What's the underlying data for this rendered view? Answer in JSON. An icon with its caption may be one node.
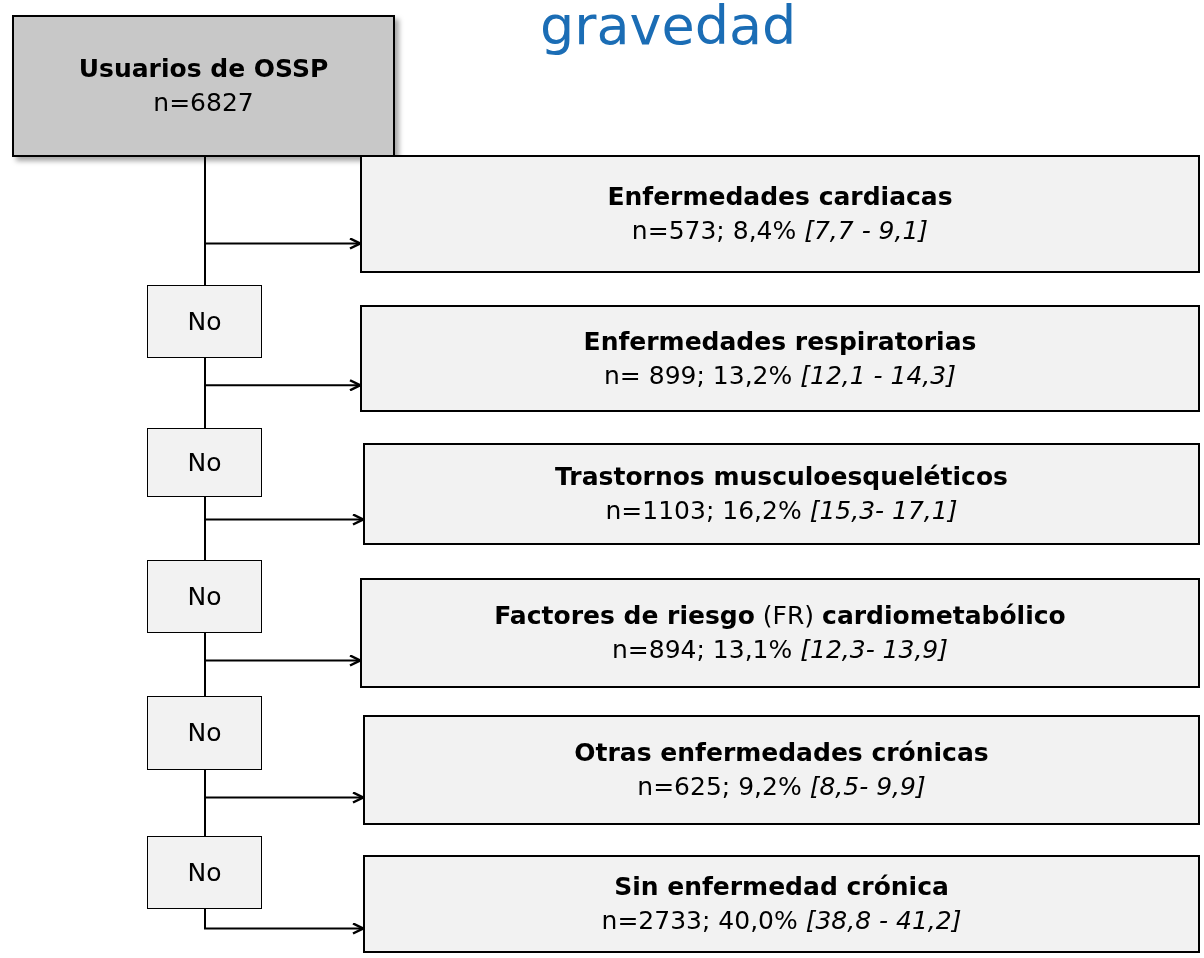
{
  "diagram": {
    "title": "gravedad",
    "nodes": [
      {
        "text": [
          "Usuarios de OSSP",
          "n=6827"
        ]
      },
      {
        "text": [
          "Enfermedades cardiacas",
          "n=573; 8,4% *[7,7 - 9,1]*"
        ]
      },
      {
        "text": [
          "No"
        ]
      },
      {
        "text": [
          "Enfermedades respiratorias",
          "n= 899; 13,2% *[12,1 - 14,3]*"
        ]
      },
      {
        "text": [
          "No"
        ]
      },
      {
        "text": [
          "Trastornos musculoesqueléticos",
          "n=1103; 16,2% *[15,3- 17,1]*"
        ]
      },
      {
        "text": [
          "No"
        ]
      },
      {
        "text": [
          "**Factores de riesgo** (FR) **cardiometabólico**",
          "n=894; 13,1% *[12,3- 13,9]*"
        ]
      },
      {
        "text": [
          "No"
        ]
      },
      {
        "text": [
          "Otras enfermedades crónicas",
          "n=625; 9,2% *[8,5- 9,9]*"
        ]
      },
      {
        "text": [
          "No"
        ]
      },
      {
        "text": [
          "Sin enfermedad crónica",
          "n=2733; 40,0% *[38,8 - 41,2]*"
        ]
      }
    ],
    "edges": [
      {
        "from": 0,
        "to": 1,
        "arrow": "to"
      },
      {
        "from": 0,
        "to": 2,
        "arrow": "none"
      },
      {
        "from": 2,
        "to": 3,
        "arrow": "to"
      },
      {
        "from": 2,
        "to": 4,
        "arrow": "none"
      },
      {
        "from": 4,
        "to": 5,
        "arrow": "to"
      },
      {
        "from": 4,
        "to": 6,
        "arrow": "none"
      },
      {
        "from": 6,
        "to": 7,
        "arrow": "to"
      },
      {
        "from": 6,
        "to": 8,
        "arrow": "none"
      },
      {
        "from": 8,
        "to": 9,
        "arrow": "to"
      },
      {
        "from": 8,
        "to": 10,
        "arrow": "none"
      },
      {
        "from": 10,
        "to": 11,
        "arrow": "to"
      }
    ]
  }
}
